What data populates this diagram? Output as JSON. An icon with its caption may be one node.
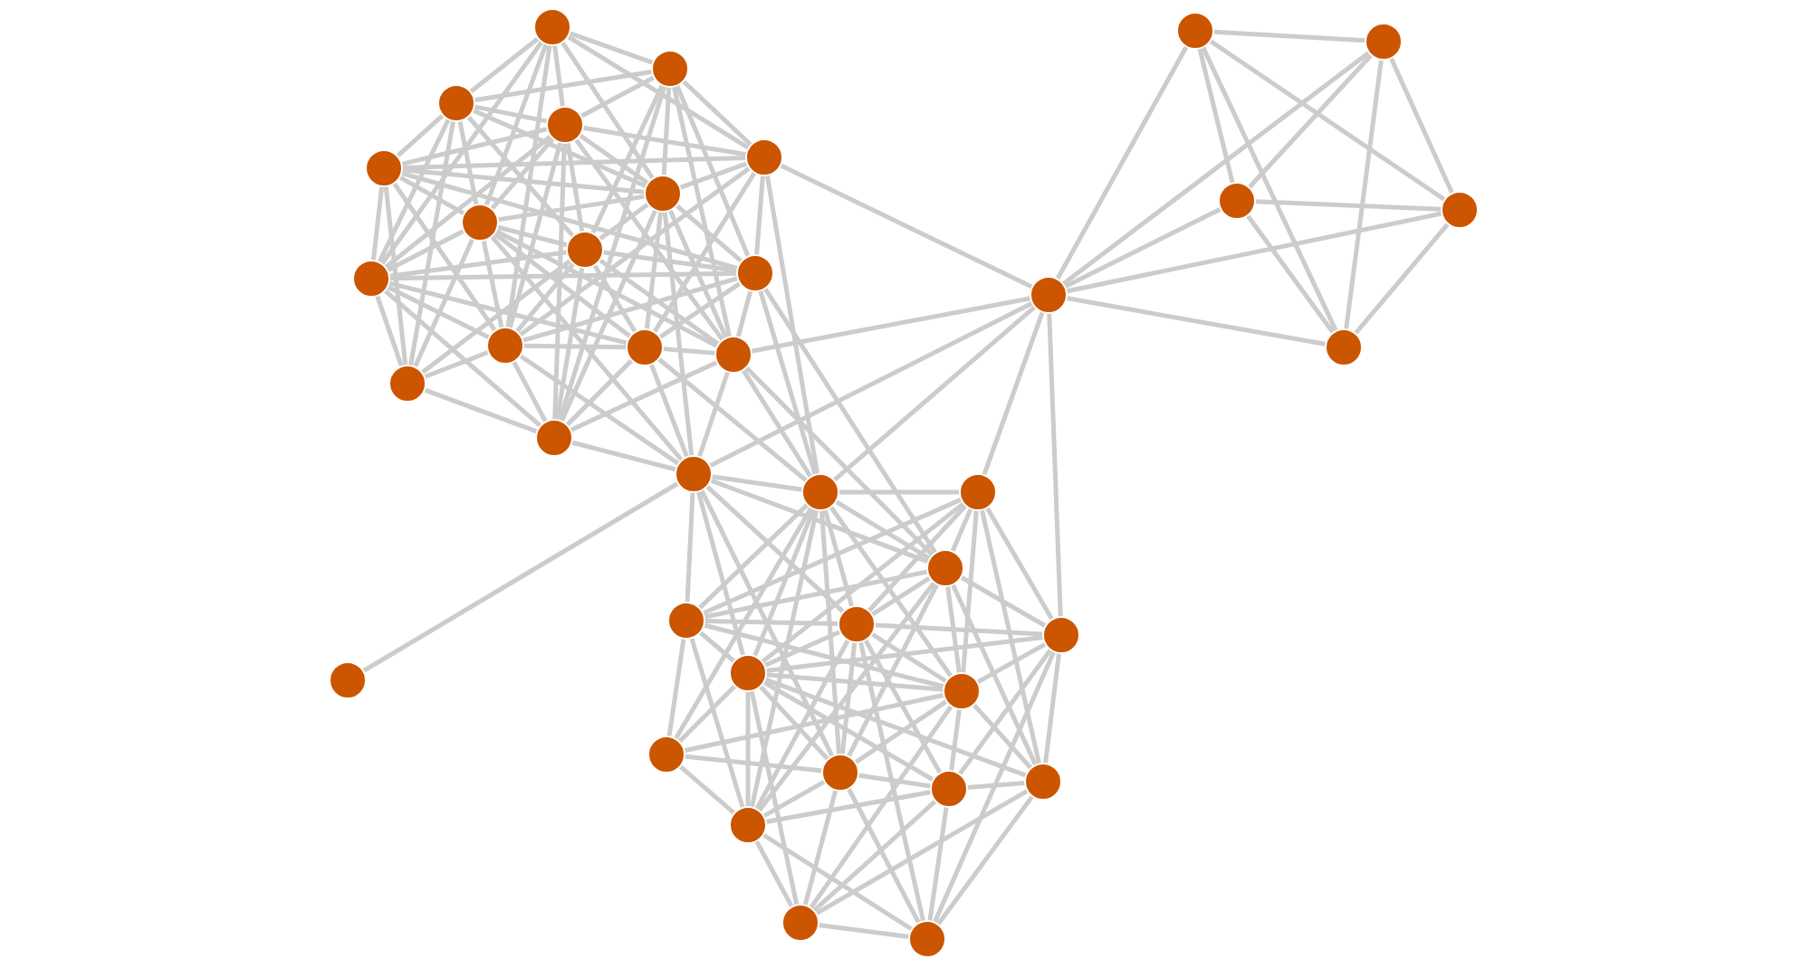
{
  "diagram": {
    "nodes": [
      {
        "text": [],
        "shape": "circle"
      },
      {
        "text": [],
        "shape": "circle"
      },
      {
        "text": [],
        "shape": "circle"
      },
      {
        "text": [],
        "shape": "circle"
      },
      {
        "text": [],
        "shape": "circle"
      },
      {
        "text": [],
        "shape": "circle"
      },
      {
        "text": [],
        "shape": "circle"
      },
      {
        "text": [],
        "shape": "circle"
      },
      {
        "text": [],
        "shape": "circle"
      },
      {
        "text": [],
        "shape": "circle"
      },
      {
        "text": [],
        "shape": "circle"
      },
      {
        "text": [],
        "shape": "circle"
      },
      {
        "text": [],
        "shape": "circle"
      },
      {
        "text": [],
        "shape": "circle"
      },
      {
        "text": [],
        "shape": "circle"
      },
      {
        "text": [],
        "shape": "circle"
      },
      {
        "text": [],
        "shape": "circle"
      },
      {
        "text": [],
        "shape": "circle"
      },
      {
        "text": [],
        "shape": "circle"
      },
      {
        "text": [],
        "shape": "circle"
      },
      {
        "text": [],
        "shape": "circle"
      },
      {
        "text": [],
        "shape": "circle"
      },
      {
        "text": [],
        "shape": "circle"
      },
      {
        "text": [],
        "shape": "circle"
      },
      {
        "text": [],
        "shape": "circle"
      },
      {
        "text": [],
        "shape": "circle"
      },
      {
        "text": [],
        "shape": "circle"
      },
      {
        "text": [],
        "shape": "circle"
      },
      {
        "text": [],
        "shape": "circle"
      },
      {
        "text": [],
        "shape": "circle"
      },
      {
        "text": [],
        "shape": "circle"
      },
      {
        "text": [],
        "shape": "circle"
      },
      {
        "text": [],
        "shape": "circle"
      },
      {
        "text": [],
        "shape": "circle"
      },
      {
        "text": [],
        "shape": "circle"
      },
      {
        "text": [],
        "shape": "circle"
      },
      {
        "text": [],
        "shape": "circle"
      },
      {
        "text": [],
        "shape": "circle"
      },
      {
        "text": [],
        "shape": "circle"
      }
    ],
    "edges": [
      {
        "from": 0,
        "to": 3,
        "arrow": "none"
      },
      {
        "from": 0,
        "to": 4,
        "arrow": "none"
      },
      {
        "from": 0,
        "to": 5,
        "arrow": "none"
      },
      {
        "from": 0,
        "to": 6,
        "arrow": "none"
      },
      {
        "from": 0,
        "to": 8,
        "arrow": "none"
      },
      {
        "from": 0,
        "to": 11,
        "arrow": "none"
      },
      {
        "from": 0,
        "to": 14,
        "arrow": "none"
      },
      {
        "from": 0,
        "to": 16,
        "arrow": "none"
      },
      {
        "from": 3,
        "to": 4,
        "arrow": "none"
      },
      {
        "from": 3,
        "to": 5,
        "arrow": "none"
      },
      {
        "from": 3,
        "to": 6,
        "arrow": "none"
      },
      {
        "from": 3,
        "to": 8,
        "arrow": "none"
      },
      {
        "from": 3,
        "to": 12,
        "arrow": "none"
      },
      {
        "from": 3,
        "to": 13,
        "arrow": "none"
      },
      {
        "from": 3,
        "to": 19,
        "arrow": "none"
      },
      {
        "from": 3,
        "to": 21,
        "arrow": "none"
      },
      {
        "from": 4,
        "to": 5,
        "arrow": "none"
      },
      {
        "from": 4,
        "to": 7,
        "arrow": "none"
      },
      {
        "from": 4,
        "to": 8,
        "arrow": "none"
      },
      {
        "from": 4,
        "to": 11,
        "arrow": "none"
      },
      {
        "from": 4,
        "to": 12,
        "arrow": "none"
      },
      {
        "from": 4,
        "to": 14,
        "arrow": "none"
      },
      {
        "from": 4,
        "to": 20,
        "arrow": "none"
      },
      {
        "from": 5,
        "to": 6,
        "arrow": "none"
      },
      {
        "from": 5,
        "to": 7,
        "arrow": "none"
      },
      {
        "from": 5,
        "to": 8,
        "arrow": "none"
      },
      {
        "from": 5,
        "to": 11,
        "arrow": "none"
      },
      {
        "from": 5,
        "to": 12,
        "arrow": "none"
      },
      {
        "from": 5,
        "to": 14,
        "arrow": "none"
      },
      {
        "from": 5,
        "to": 16,
        "arrow": "none"
      },
      {
        "from": 5,
        "to": 19,
        "arrow": "none"
      },
      {
        "from": 5,
        "to": 21,
        "arrow": "none"
      },
      {
        "from": 6,
        "to": 7,
        "arrow": "none"
      },
      {
        "from": 6,
        "to": 8,
        "arrow": "none"
      },
      {
        "from": 6,
        "to": 13,
        "arrow": "none"
      },
      {
        "from": 6,
        "to": 16,
        "arrow": "none"
      },
      {
        "from": 6,
        "to": 17,
        "arrow": "none"
      },
      {
        "from": 7,
        "to": 8,
        "arrow": "none"
      },
      {
        "from": 7,
        "to": 11,
        "arrow": "none"
      },
      {
        "from": 7,
        "to": 13,
        "arrow": "none"
      },
      {
        "from": 7,
        "to": 14,
        "arrow": "none"
      },
      {
        "from": 7,
        "to": 16,
        "arrow": "none"
      },
      {
        "from": 7,
        "to": 20,
        "arrow": "none"
      },
      {
        "from": 8,
        "to": 11,
        "arrow": "none"
      },
      {
        "from": 8,
        "to": 12,
        "arrow": "none"
      },
      {
        "from": 8,
        "to": 13,
        "arrow": "none"
      },
      {
        "from": 8,
        "to": 17,
        "arrow": "none"
      },
      {
        "from": 8,
        "to": 19,
        "arrow": "none"
      },
      {
        "from": 8,
        "to": 21,
        "arrow": "none"
      },
      {
        "from": 8,
        "to": 22,
        "arrow": "none"
      },
      {
        "from": 11,
        "to": 12,
        "arrow": "none"
      },
      {
        "from": 11,
        "to": 14,
        "arrow": "none"
      },
      {
        "from": 11,
        "to": 16,
        "arrow": "none"
      },
      {
        "from": 11,
        "to": 17,
        "arrow": "none"
      },
      {
        "from": 11,
        "to": 19,
        "arrow": "none"
      },
      {
        "from": 11,
        "to": 20,
        "arrow": "none"
      },
      {
        "from": 11,
        "to": 22,
        "arrow": "none"
      },
      {
        "from": 12,
        "to": 13,
        "arrow": "none"
      },
      {
        "from": 12,
        "to": 14,
        "arrow": "none"
      },
      {
        "from": 12,
        "to": 16,
        "arrow": "none"
      },
      {
        "from": 12,
        "to": 17,
        "arrow": "none"
      },
      {
        "from": 12,
        "to": 19,
        "arrow": "none"
      },
      {
        "from": 12,
        "to": 20,
        "arrow": "none"
      },
      {
        "from": 12,
        "to": 21,
        "arrow": "none"
      },
      {
        "from": 13,
        "to": 14,
        "arrow": "none"
      },
      {
        "from": 13,
        "to": 16,
        "arrow": "none"
      },
      {
        "from": 13,
        "to": 17,
        "arrow": "none"
      },
      {
        "from": 13,
        "to": 19,
        "arrow": "none"
      },
      {
        "from": 14,
        "to": 16,
        "arrow": "none"
      },
      {
        "from": 14,
        "to": 17,
        "arrow": "none"
      },
      {
        "from": 14,
        "to": 20,
        "arrow": "none"
      },
      {
        "from": 14,
        "to": 21,
        "arrow": "none"
      },
      {
        "from": 16,
        "to": 17,
        "arrow": "none"
      },
      {
        "from": 16,
        "to": 20,
        "arrow": "none"
      },
      {
        "from": 16,
        "to": 21,
        "arrow": "none"
      },
      {
        "from": 16,
        "to": 22,
        "arrow": "none"
      },
      {
        "from": 17,
        "to": 19,
        "arrow": "none"
      },
      {
        "from": 17,
        "to": 21,
        "arrow": "none"
      },
      {
        "from": 17,
        "to": 22,
        "arrow": "none"
      },
      {
        "from": 19,
        "to": 21,
        "arrow": "none"
      },
      {
        "from": 19,
        "to": 22,
        "arrow": "none"
      },
      {
        "from": 20,
        "to": 21,
        "arrow": "none"
      },
      {
        "from": 21,
        "to": 22,
        "arrow": "none"
      },
      {
        "from": 22,
        "to": 24,
        "arrow": "none"
      },
      {
        "from": 22,
        "to": 25,
        "arrow": "none"
      },
      {
        "from": 22,
        "to": 26,
        "arrow": "none"
      },
      {
        "from": 22,
        "to": 27,
        "arrow": "none"
      },
      {
        "from": 22,
        "to": 29,
        "arrow": "none"
      },
      {
        "from": 22,
        "to": 33,
        "arrow": "none"
      },
      {
        "from": 23,
        "to": 24,
        "arrow": "none"
      },
      {
        "from": 23,
        "to": 25,
        "arrow": "none"
      },
      {
        "from": 23,
        "to": 26,
        "arrow": "none"
      },
      {
        "from": 23,
        "to": 27,
        "arrow": "none"
      },
      {
        "from": 23,
        "to": 28,
        "arrow": "none"
      },
      {
        "from": 23,
        "to": 29,
        "arrow": "none"
      },
      {
        "from": 23,
        "to": 31,
        "arrow": "none"
      },
      {
        "from": 23,
        "to": 34,
        "arrow": "none"
      },
      {
        "from": 24,
        "to": 25,
        "arrow": "none"
      },
      {
        "from": 24,
        "to": 26,
        "arrow": "none"
      },
      {
        "from": 24,
        "to": 27,
        "arrow": "none"
      },
      {
        "from": 24,
        "to": 29,
        "arrow": "none"
      },
      {
        "from": 24,
        "to": 31,
        "arrow": "none"
      },
      {
        "from": 24,
        "to": 32,
        "arrow": "none"
      },
      {
        "from": 24,
        "to": 33,
        "arrow": "none"
      },
      {
        "from": 24,
        "to": 36,
        "arrow": "none"
      },
      {
        "from": 25,
        "to": 26,
        "arrow": "none"
      },
      {
        "from": 25,
        "to": 27,
        "arrow": "none"
      },
      {
        "from": 25,
        "to": 28,
        "arrow": "none"
      },
      {
        "from": 25,
        "to": 31,
        "arrow": "none"
      },
      {
        "from": 25,
        "to": 33,
        "arrow": "none"
      },
      {
        "from": 25,
        "to": 34,
        "arrow": "none"
      },
      {
        "from": 25,
        "to": 36,
        "arrow": "none"
      },
      {
        "from": 26,
        "to": 27,
        "arrow": "none"
      },
      {
        "from": 26,
        "to": 29,
        "arrow": "none"
      },
      {
        "from": 26,
        "to": 31,
        "arrow": "none"
      },
      {
        "from": 26,
        "to": 32,
        "arrow": "none"
      },
      {
        "from": 26,
        "to": 36,
        "arrow": "none"
      },
      {
        "from": 27,
        "to": 28,
        "arrow": "none"
      },
      {
        "from": 27,
        "to": 29,
        "arrow": "none"
      },
      {
        "from": 27,
        "to": 31,
        "arrow": "none"
      },
      {
        "from": 27,
        "to": 33,
        "arrow": "none"
      },
      {
        "from": 27,
        "to": 35,
        "arrow": "none"
      },
      {
        "from": 27,
        "to": 36,
        "arrow": "none"
      },
      {
        "from": 27,
        "to": 38,
        "arrow": "none"
      },
      {
        "from": 28,
        "to": 29,
        "arrow": "none"
      },
      {
        "from": 28,
        "to": 31,
        "arrow": "none"
      },
      {
        "from": 28,
        "to": 34,
        "arrow": "none"
      },
      {
        "from": 28,
        "to": 35,
        "arrow": "none"
      },
      {
        "from": 28,
        "to": 38,
        "arrow": "none"
      },
      {
        "from": 29,
        "to": 31,
        "arrow": "none"
      },
      {
        "from": 29,
        "to": 32,
        "arrow": "none"
      },
      {
        "from": 29,
        "to": 33,
        "arrow": "none"
      },
      {
        "from": 29,
        "to": 34,
        "arrow": "none"
      },
      {
        "from": 29,
        "to": 35,
        "arrow": "none"
      },
      {
        "from": 29,
        "to": 36,
        "arrow": "none"
      },
      {
        "from": 29,
        "to": 37,
        "arrow": "none"
      },
      {
        "from": 31,
        "to": 32,
        "arrow": "none"
      },
      {
        "from": 31,
        "to": 33,
        "arrow": "none"
      },
      {
        "from": 31,
        "to": 34,
        "arrow": "none"
      },
      {
        "from": 31,
        "to": 35,
        "arrow": "none"
      },
      {
        "from": 31,
        "to": 37,
        "arrow": "none"
      },
      {
        "from": 32,
        "to": 33,
        "arrow": "none"
      },
      {
        "from": 32,
        "to": 36,
        "arrow": "none"
      },
      {
        "from": 33,
        "to": 35,
        "arrow": "none"
      },
      {
        "from": 33,
        "to": 36,
        "arrow": "none"
      },
      {
        "from": 33,
        "to": 37,
        "arrow": "none"
      },
      {
        "from": 33,
        "to": 38,
        "arrow": "none"
      },
      {
        "from": 34,
        "to": 35,
        "arrow": "none"
      },
      {
        "from": 34,
        "to": 37,
        "arrow": "none"
      },
      {
        "from": 34,
        "to": 38,
        "arrow": "none"
      },
      {
        "from": 35,
        "to": 36,
        "arrow": "none"
      },
      {
        "from": 35,
        "to": 37,
        "arrow": "none"
      },
      {
        "from": 35,
        "to": 38,
        "arrow": "none"
      },
      {
        "from": 36,
        "to": 37,
        "arrow": "none"
      },
      {
        "from": 36,
        "to": 38,
        "arrow": "none"
      },
      {
        "from": 37,
        "to": 38,
        "arrow": "none"
      },
      {
        "from": 6,
        "to": 24,
        "arrow": "none"
      },
      {
        "from": 13,
        "to": 24,
        "arrow": "none"
      },
      {
        "from": 17,
        "to": 24,
        "arrow": "none"
      },
      {
        "from": 19,
        "to": 24,
        "arrow": "none"
      },
      {
        "from": 13,
        "to": 25,
        "arrow": "none"
      },
      {
        "from": 19,
        "to": 25,
        "arrow": "none"
      },
      {
        "from": 15,
        "to": 1,
        "arrow": "none"
      },
      {
        "from": 15,
        "to": 2,
        "arrow": "none"
      },
      {
        "from": 15,
        "to": 6,
        "arrow": "none"
      },
      {
        "from": 15,
        "to": 9,
        "arrow": "none"
      },
      {
        "from": 15,
        "to": 10,
        "arrow": "none"
      },
      {
        "from": 15,
        "to": 18,
        "arrow": "none"
      },
      {
        "from": 15,
        "to": 19,
        "arrow": "none"
      },
      {
        "from": 15,
        "to": 22,
        "arrow": "none"
      },
      {
        "from": 15,
        "to": 23,
        "arrow": "none"
      },
      {
        "from": 15,
        "to": 24,
        "arrow": "none"
      },
      {
        "from": 15,
        "to": 28,
        "arrow": "none"
      },
      {
        "from": 1,
        "to": 2,
        "arrow": "none"
      },
      {
        "from": 1,
        "to": 9,
        "arrow": "none"
      },
      {
        "from": 1,
        "to": 10,
        "arrow": "none"
      },
      {
        "from": 1,
        "to": 18,
        "arrow": "none"
      },
      {
        "from": 2,
        "to": 9,
        "arrow": "none"
      },
      {
        "from": 2,
        "to": 10,
        "arrow": "none"
      },
      {
        "from": 2,
        "to": 18,
        "arrow": "none"
      },
      {
        "from": 9,
        "to": 10,
        "arrow": "none"
      },
      {
        "from": 9,
        "to": 18,
        "arrow": "none"
      },
      {
        "from": 10,
        "to": 18,
        "arrow": "none"
      },
      {
        "from": 30,
        "to": 22,
        "arrow": "none"
      }
    ]
  }
}
